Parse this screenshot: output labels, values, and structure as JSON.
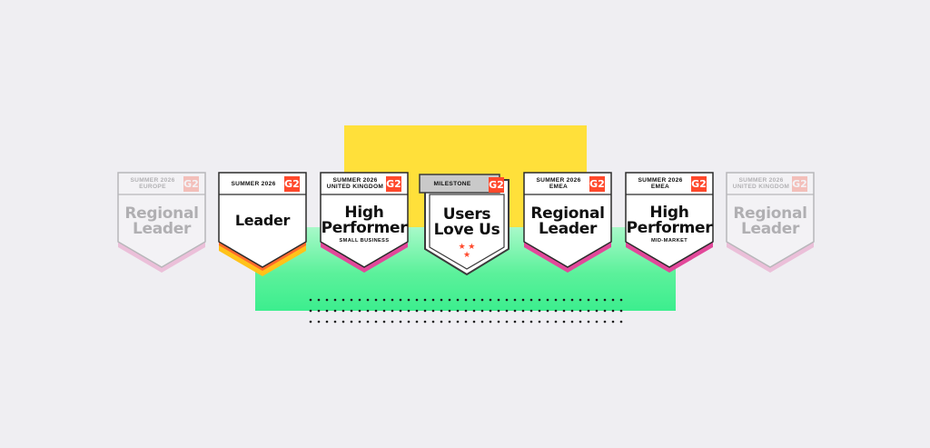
{
  "colors": {
    "background": "#efeef2",
    "yellow": "#ffe03a",
    "green": "#5cf19b",
    "g2_red": "#ff492c",
    "pink_edge": "#e2489a",
    "orange_edge": "#ff6b2c",
    "yellow_edge": "#ffc21a"
  },
  "badges": [
    {
      "header": [
        "SUMMER 2026",
        "EUROPE"
      ],
      "title": [
        "Regional",
        "Leader"
      ],
      "sub": "",
      "logo": "G2",
      "edge": "pink",
      "faded": true
    },
    {
      "header": [
        "SUMMER 2026"
      ],
      "title": [
        "Leader"
      ],
      "sub": "",
      "logo": "G2",
      "edge": "leader",
      "faded": false
    },
    {
      "header": [
        "SUMMER 2026",
        "UNITED KINGDOM"
      ],
      "title": [
        "High",
        "Performer"
      ],
      "sub": "SMALL BUSINESS",
      "logo": "G2",
      "edge": "pink",
      "faded": false
    },
    {
      "header": [
        "MILESTONE"
      ],
      "title": [
        "Users",
        "Love Us"
      ],
      "sub": "",
      "logo": "G2",
      "edge": "milestone",
      "faded": false,
      "stars": [
        "★ ★",
        "★"
      ]
    },
    {
      "header": [
        "SUMMER 2026",
        "EMEA"
      ],
      "title": [
        "Regional",
        "Leader"
      ],
      "sub": "",
      "logo": "G2",
      "edge": "pink",
      "faded": false
    },
    {
      "header": [
        "SUMMER 2026",
        "EMEA"
      ],
      "title": [
        "High",
        "Performer"
      ],
      "sub": "MID-MARKET",
      "logo": "G2",
      "edge": "pink",
      "faded": false
    },
    {
      "header": [
        "SUMMER 2026",
        "UNITED KINGDOM"
      ],
      "title": [
        "Regional",
        "Leader"
      ],
      "sub": "",
      "logo": "G2",
      "edge": "pink",
      "faded": true
    }
  ]
}
